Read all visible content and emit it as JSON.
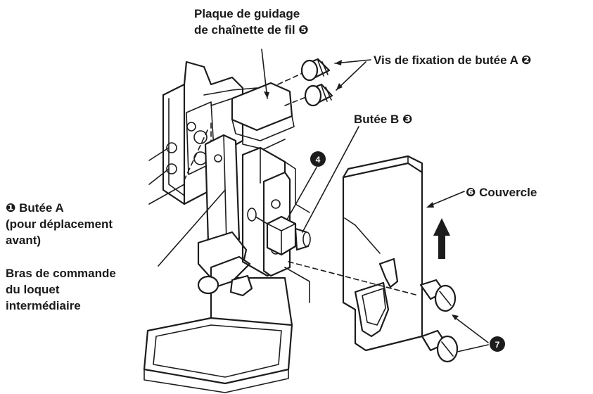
{
  "labels": {
    "plate": [
      "Plaque de guidage",
      "de chaînette de fil ❺"
    ],
    "screws_a": "Vis de fixation de butée A ❷",
    "stop_b": "Butée B ❸",
    "cover": "❻ Couvercle",
    "stop_a": [
      "❶ Butée A",
      "(pour déplacement",
      "avant)"
    ],
    "lever": [
      "Bras de commande",
      "du loquet",
      "intermédiaire"
    ]
  },
  "callouts": {
    "n4": "4",
    "n7": "7"
  },
  "colors": {
    "ink": "#1c1c1c",
    "background": "#ffffff"
  }
}
